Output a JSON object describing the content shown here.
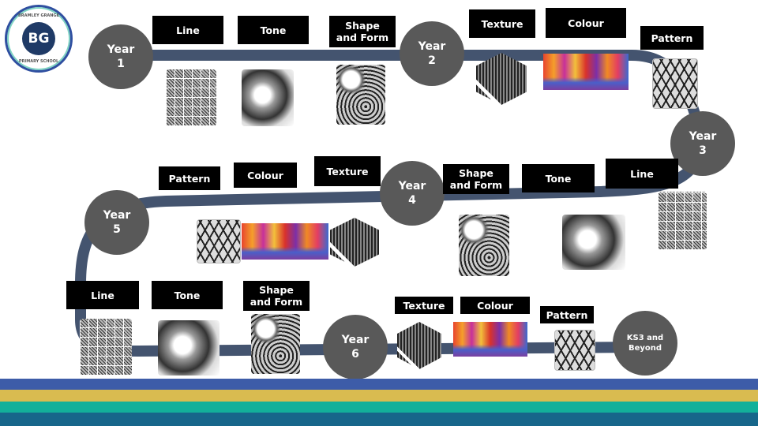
{
  "logo": {
    "text": "BG",
    "top": "BRAMLEY GRANGE",
    "bottom": "PRIMARY SCHOOL"
  },
  "years": [
    {
      "label": "Year\n1"
    },
    {
      "label": "Year\n2"
    },
    {
      "label": "Year\n3"
    },
    {
      "label": "Year\n4"
    },
    {
      "label": "Year\n5"
    },
    {
      "label": "Year\n6"
    },
    {
      "label": "KS3 and\nBeyond"
    }
  ],
  "year1": [
    "Line",
    "Tone",
    "Shape\nand Form"
  ],
  "year2": [
    "Texture",
    "Colour",
    "Pattern"
  ],
  "year3": [
    "Line"
  ],
  "year4": [
    "Shape\nand Form",
    "Tone"
  ],
  "year5": [
    "Pattern",
    "Colour",
    "Texture"
  ],
  "year6": [
    "Line",
    "Tone",
    "Shape\nand Form",
    "Texture",
    "Colour",
    "Pattern"
  ],
  "colors": {
    "road": "#44546f",
    "circle": "#595959",
    "stripes": [
      "#3d5ca8",
      "#d9bb50",
      "#13b09a",
      "#17668a"
    ]
  }
}
